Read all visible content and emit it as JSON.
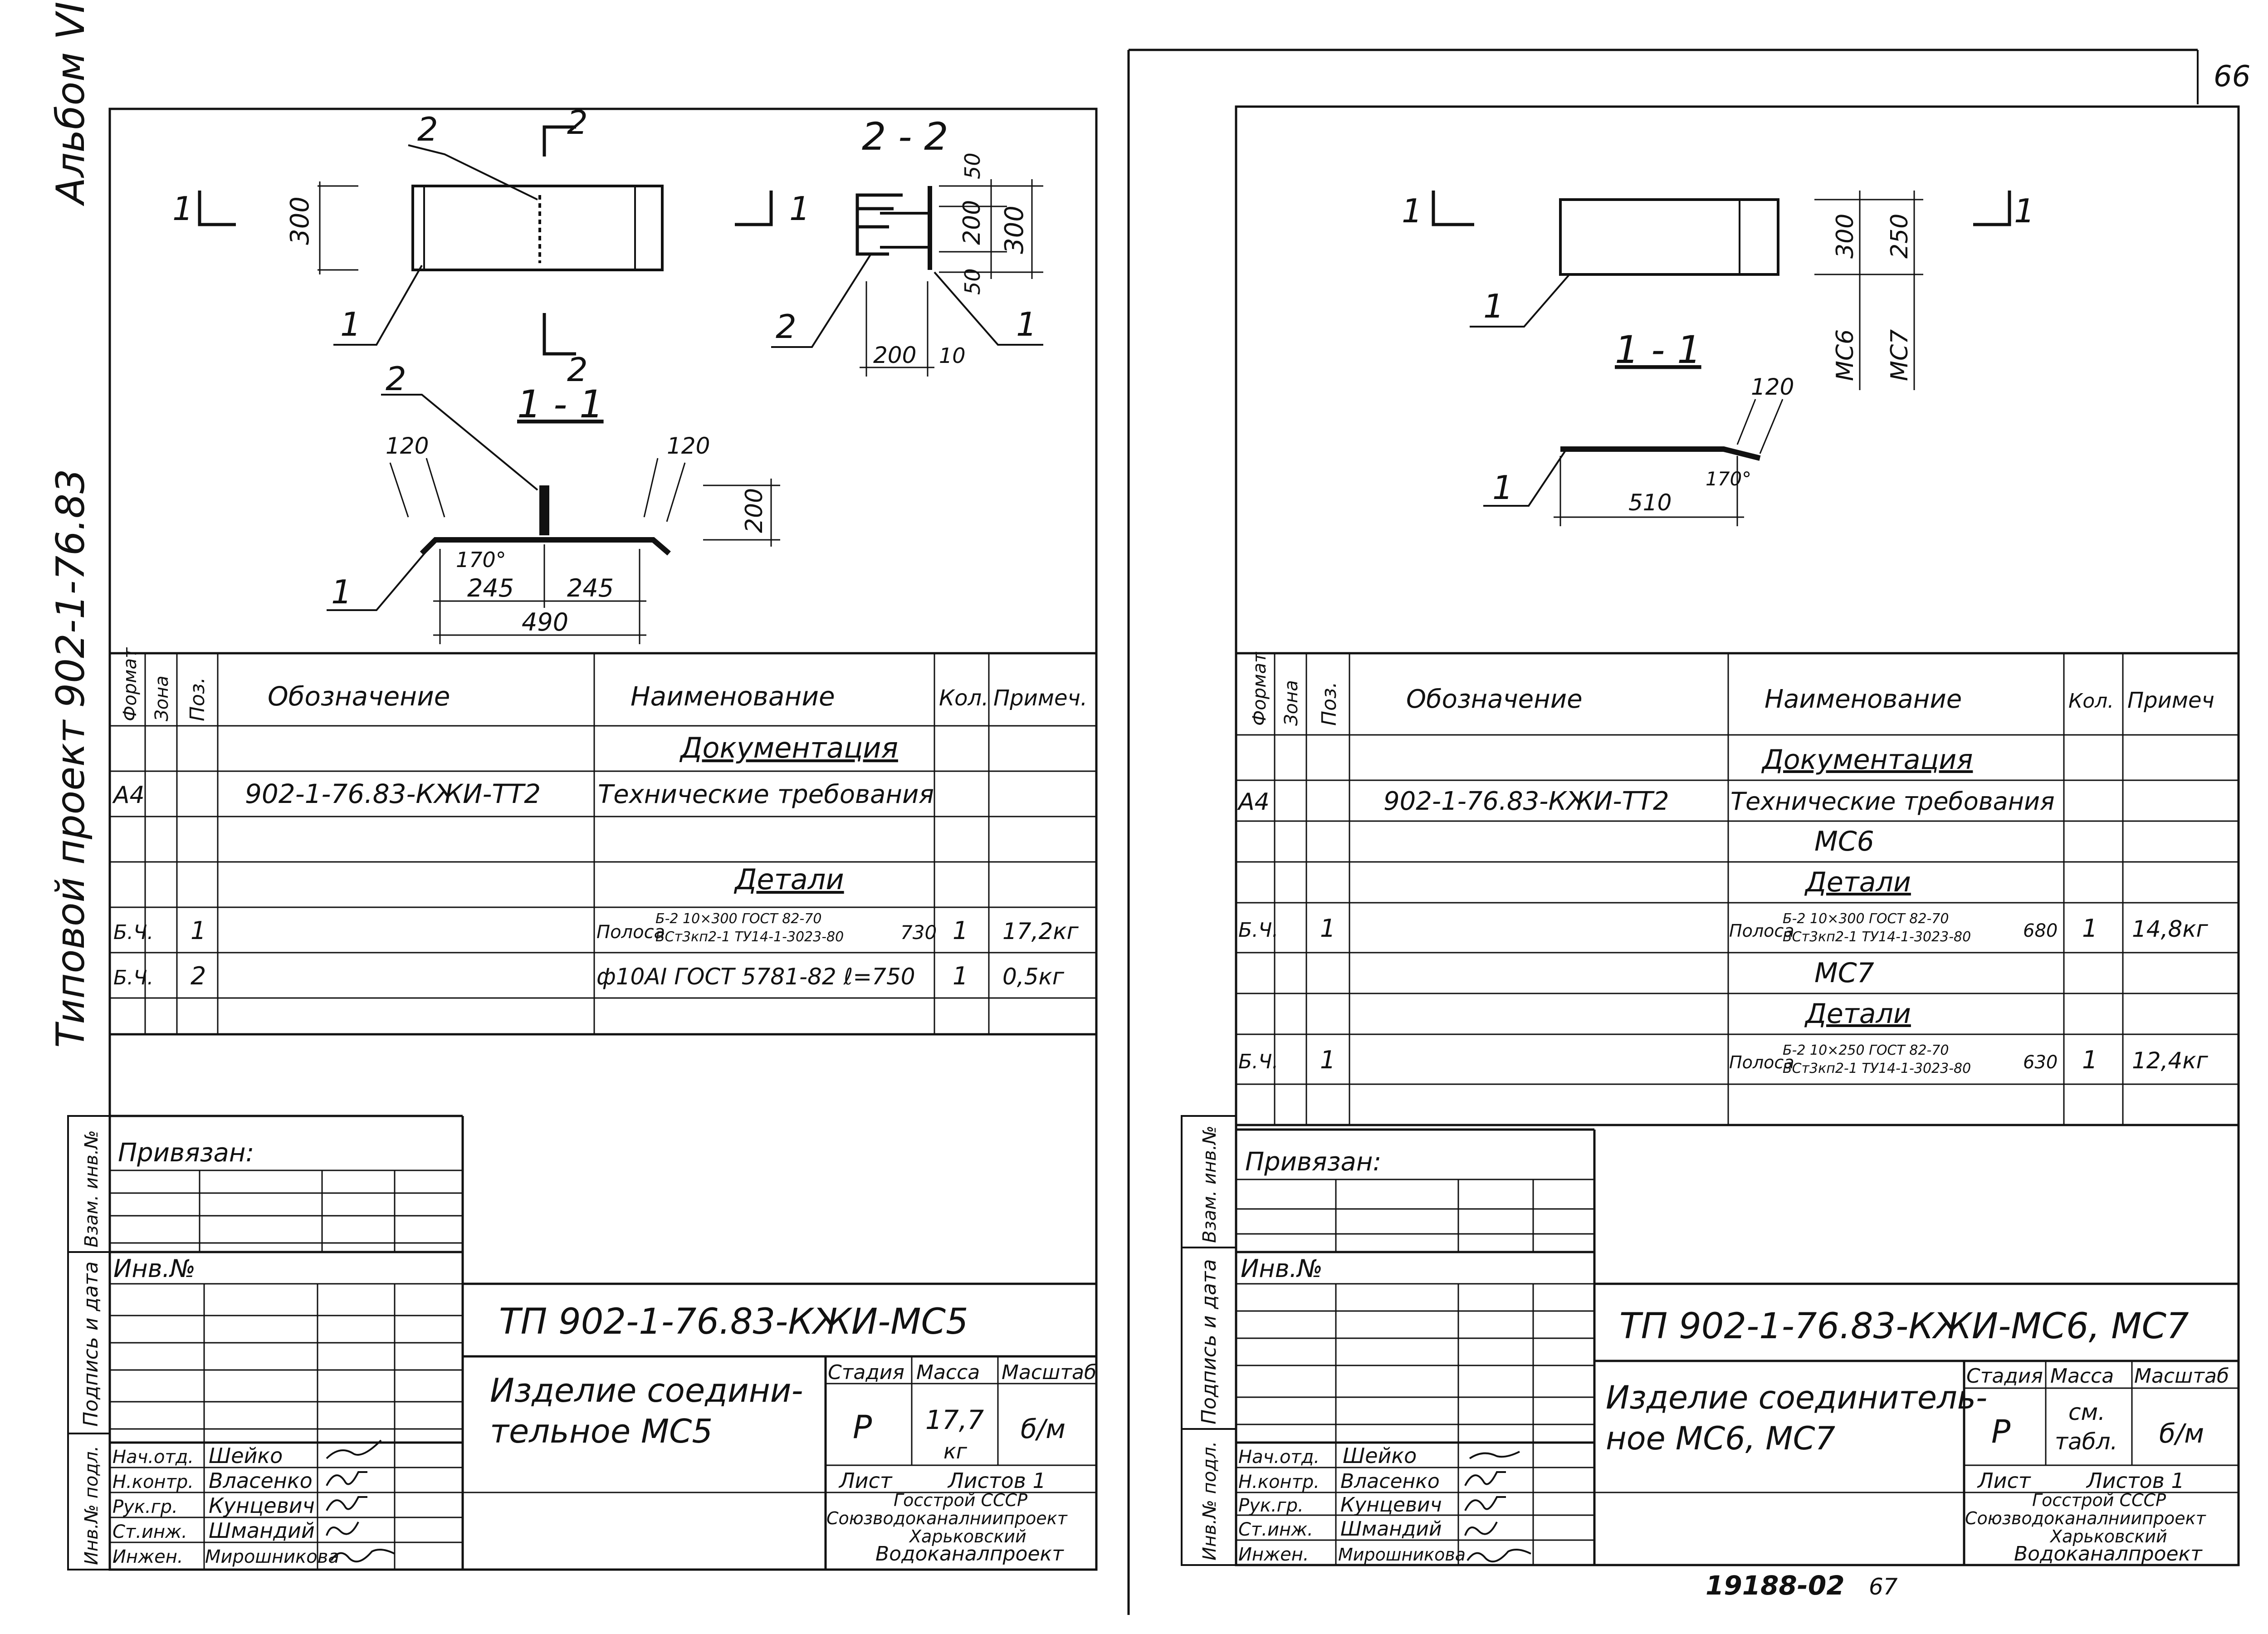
{
  "page_number": "66",
  "side_label": "Альбом VI",
  "side_project": "Типовой проект 902-1-76.83",
  "side_stamps": [
    "Взам. инв.№",
    "Подпись и дата",
    "Инв.№ подл."
  ],
  "left": {
    "drawing": {
      "section_2_2": "2 - 2",
      "section_1_1": "1 - 1",
      "cut_1": "1",
      "cut_2": "2",
      "pos1": "1",
      "pos2": "2",
      "dims": {
        "d300": "300",
        "d50a": "50",
        "d200v": "200",
        "d300b": "300",
        "d50b": "50",
        "d200h": "200",
        "d10": "10",
        "d120a": "120",
        "d120b": "120",
        "d200c": "200",
        "d245a": "245",
        "d245b": "245",
        "d490": "490",
        "angle": "170°"
      }
    },
    "spec": {
      "headers": [
        "Формат",
        "Зона",
        "Поз.",
        "Обозначение",
        "Наименование",
        "Кол.",
        "Примеч."
      ],
      "rows": [
        {
          "format": "",
          "pos": "",
          "designation": "",
          "name": "Документация",
          "qty": "",
          "note": ""
        },
        {
          "format": "А4",
          "pos": "",
          "designation": "902-1-76.83-КЖИ-ТТ2",
          "name": "Технические требования",
          "qty": "",
          "note": ""
        },
        {
          "format": "",
          "pos": "",
          "designation": "",
          "name": "Детали",
          "qty": "",
          "note": ""
        },
        {
          "format": "Б.Ч.",
          "pos": "1",
          "designation": "",
          "name": "Полоса",
          "name_top": "Б-2 10×300 ГОСТ 82-70",
          "name_bottom": "ВСт3кп2-1 ТУ14-1-3023-80",
          "name_len": "730",
          "qty": "1",
          "note": "17,2кг"
        },
        {
          "format": "Б.Ч.",
          "pos": "2",
          "designation": "",
          "name": "ф10АI ГОСТ 5781-82 ℓ=750",
          "qty": "1",
          "note": "0,5кг"
        }
      ]
    },
    "title_block": {
      "bound": "Привязан:",
      "inv": "Инв.№",
      "code": "ТП 902-1-76.83-КЖИ-МС5",
      "product": "Изделие соедини-тельное МС5",
      "product_line1": "Изделие соедини-",
      "product_line2": "тельное   МС5",
      "stage_h": "Стадия",
      "mass_h": "Масса",
      "scale_h": "Масштаб",
      "stage": "Р",
      "mass": "17,7",
      "mass_unit": "кг",
      "scale": "б/м",
      "sheet": "Лист",
      "sheets": "Листов 1",
      "org1": "Госстрой СССР",
      "org2": "Союзводоканалниипроект",
      "org3": "Харьковский",
      "org4": "Водоканалпроект",
      "staff": [
        {
          "role": "Нач.отд.",
          "name": "Шейко"
        },
        {
          "role": "Н.контр.",
          "name": "Власенко"
        },
        {
          "role": "Рук.гр.",
          "name": "Кунцевич"
        },
        {
          "role": "Ст.инж.",
          "name": "Шмандий"
        },
        {
          "role": "Инжен.",
          "name": "Мирошникова"
        }
      ]
    }
  },
  "right": {
    "drawing": {
      "section_1_1": "1 - 1",
      "cut_1": "1",
      "pos1": "1",
      "dims": {
        "d300": "300",
        "d250": "250",
        "mc6": "МС6",
        "mc7": "МС7",
        "d120": "120",
        "d510": "510",
        "angle": "170°"
      }
    },
    "spec": {
      "headers": [
        "Формат",
        "Зона",
        "Поз.",
        "Обозначение",
        "Наименование",
        "Кол.",
        "Примеч"
      ],
      "rows": [
        {
          "format": "",
          "pos": "",
          "designation": "",
          "name": "Документация",
          "qty": "",
          "note": ""
        },
        {
          "format": "А4",
          "pos": "",
          "designation": "902-1-76.83-КЖИ-ТТ2",
          "name": "Технические требования",
          "qty": "",
          "note": ""
        },
        {
          "format": "",
          "pos": "",
          "designation": "",
          "name": "МС6",
          "qty": "",
          "note": ""
        },
        {
          "format": "",
          "pos": "",
          "designation": "",
          "name": "Детали",
          "qty": "",
          "note": ""
        },
        {
          "format": "Б.Ч.",
          "pos": "1",
          "designation": "",
          "name": "Полоса",
          "name_top": "Б-2 10×300 ГОСТ 82-70",
          "name_bottom": "ВСт3кп2-1 ТУ14-1-3023-80",
          "name_len": "680",
          "qty": "1",
          "note": "14,8кг"
        },
        {
          "format": "",
          "pos": "",
          "designation": "",
          "name": "МС7",
          "qty": "",
          "note": ""
        },
        {
          "format": "",
          "pos": "",
          "designation": "",
          "name": "Детали",
          "qty": "",
          "note": ""
        },
        {
          "format": "Б.Ч.",
          "pos": "1",
          "designation": "",
          "name": "Полоса",
          "name_top": "Б-2 10×250 ГОСТ 82-70",
          "name_bottom": "ВСт3кп2-1 ТУ14-1-3023-80",
          "name_len": "630",
          "qty": "1",
          "note": "12,4кг"
        }
      ]
    },
    "title_block": {
      "bound": "Привязан:",
      "inv": "Инв.№",
      "code": "ТП 902-1-76.83-КЖИ-МС6, МС7",
      "product_line1": "Изделие соединитель-",
      "product_line2": "ное   МС6, МС7",
      "stage_h": "Стадия",
      "mass_h": "Масса",
      "scale_h": "Масштаб",
      "stage": "Р",
      "mass": "см. табл.",
      "mass_line1": "см.",
      "mass_line2": "табл.",
      "scale": "б/м",
      "sheet": "Лист",
      "sheets": "Листов 1",
      "org1": "Госстрой СССР",
      "org2": "Союзводоканалниипроект",
      "org3": "Харьковский",
      "org4": "Водоканалпроект",
      "staff": [
        {
          "role": "Нач.отд.",
          "name": "Шейко"
        },
        {
          "role": "Н.контр.",
          "name": "Власенко"
        },
        {
          "role": "Рук.гр.",
          "name": "Кунцевич"
        },
        {
          "role": "Ст.инж.",
          "name": "Шмандий"
        },
        {
          "role": "Инжен.",
          "name": "Мирошникова"
        }
      ]
    },
    "footer_number": "19188-02",
    "footer_extra": "67"
  }
}
